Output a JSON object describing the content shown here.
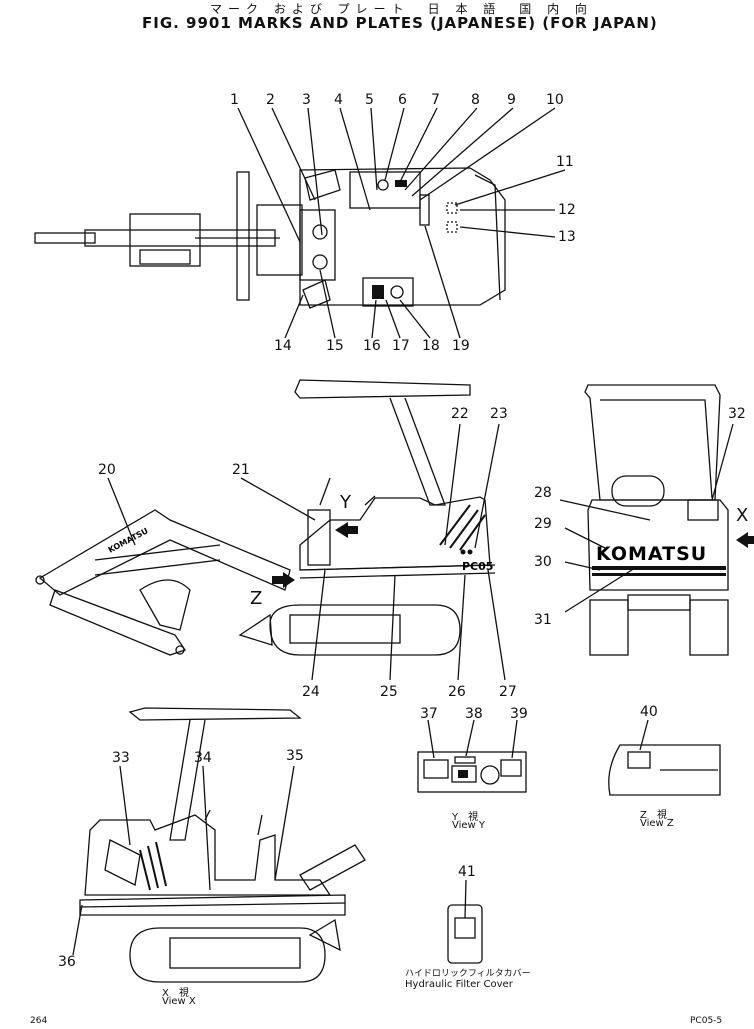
{
  "header": {
    "japanese_title": "マーク および プレート　日 本 語　国 内 向",
    "title": "FIG. 9901   MARKS AND PLATES (JAPANESE) (FOR JAPAN)"
  },
  "callouts": [
    "1",
    "2",
    "3",
    "4",
    "5",
    "6",
    "7",
    "8",
    "9",
    "10",
    "11",
    "12",
    "13",
    "14",
    "15",
    "16",
    "17",
    "18",
    "19",
    "20",
    "21",
    "22",
    "23",
    "24",
    "25",
    "26",
    "27",
    "28",
    "29",
    "30",
    "31",
    "32",
    "33",
    "34",
    "35",
    "36",
    "37",
    "38",
    "39",
    "40",
    "41"
  ],
  "direction_markers": {
    "x": "X",
    "y": "Y",
    "z": "Z"
  },
  "decal_text": {
    "brand": "KOMATSU",
    "model": "PC05"
  },
  "views": {
    "view_y_jp": "Y　視",
    "view_y": "View Y",
    "view_z_jp": "Z　視",
    "view_z": "View Z",
    "view_x_jp": "X　視",
    "view_x": "View X",
    "hydraulic_jp": "ハイドロリックフィルタカバー",
    "hydraulic": "Hydraulic Filter Cover"
  },
  "footer": {
    "page": "264",
    "code": "PC05-5"
  }
}
